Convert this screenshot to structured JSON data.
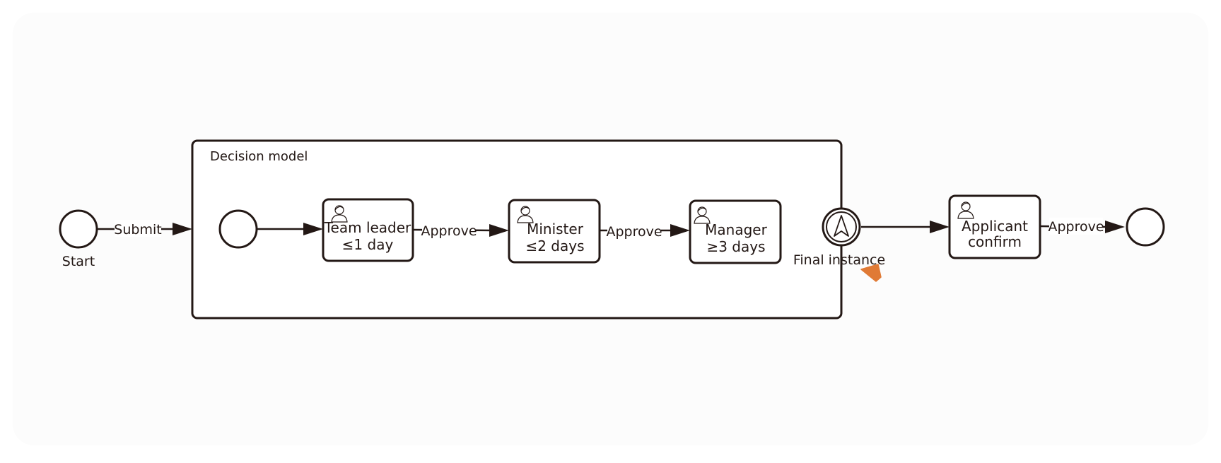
{
  "diagram": {
    "subprocess": {
      "label": "Decision model"
    },
    "events": {
      "start": {
        "label": "Start"
      },
      "intermediate": {
        "label": "Final instance",
        "icon": "navigation-arrow-icon"
      }
    },
    "tasks": [
      {
        "key": "team_leader",
        "lines": [
          "Team leader",
          "≤1 day"
        ],
        "icon": "user-icon"
      },
      {
        "key": "minister",
        "lines": [
          "Minister",
          "≤2 days"
        ],
        "icon": "user-icon"
      },
      {
        "key": "manager",
        "lines": [
          "Manager",
          "≥3 days"
        ],
        "icon": "user-icon"
      },
      {
        "key": "applicant_confirm",
        "lines": [
          "Applicant",
          "confirm"
        ],
        "icon": "user-icon"
      }
    ],
    "flows": {
      "submit": "Submit",
      "approve_1": "Approve",
      "approve_2": "Approve",
      "approve_3": "Approve"
    }
  },
  "colors": {
    "stroke": "#231815",
    "panel": "#fcfcfc",
    "cursor": "#e07a35"
  },
  "cursor": {
    "icon": "pointer-cursor-icon"
  }
}
